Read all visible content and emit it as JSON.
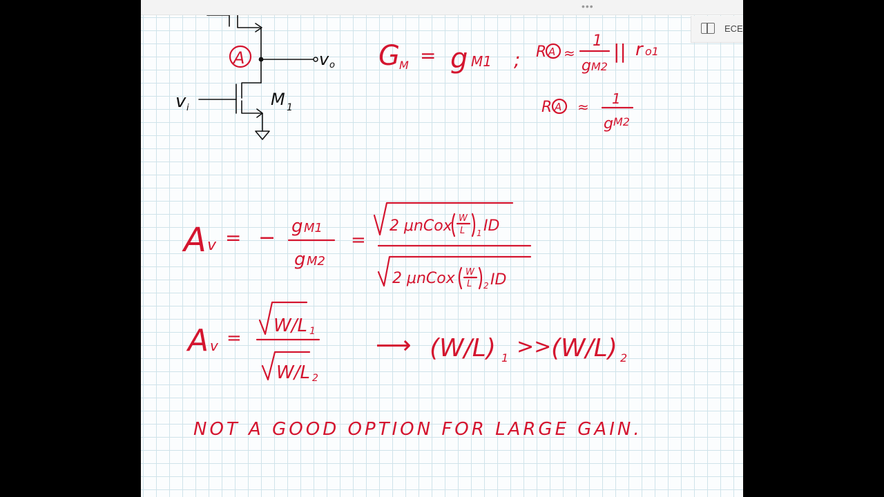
{
  "window": {
    "more_glyph": "•••",
    "notebook_tab": {
      "label": "ECE",
      "icon": "notebook-icon"
    }
  },
  "ink_color": "#d4152f",
  "circuit": {
    "node_label": "A",
    "output_label": "v",
    "output_sub": "o",
    "input_label": "v",
    "input_sub": "i",
    "transistor_label": "M",
    "transistor_sub": "1"
  },
  "notes": {
    "gm_eq": {
      "lhs": "G",
      "lhs_sub": "M",
      "eq": "=",
      "rhs": "g",
      "rhs_sub": "M1",
      "sep": ";"
    },
    "ra_eq1": {
      "r": "R",
      "node": "A",
      "approx": "≈",
      "num": "1",
      "den": "g",
      "den_sub": "M2",
      "par": "||",
      "ro": "r",
      "ro_sub": "o1"
    },
    "ra_eq2": {
      "r": "R",
      "node": "A",
      "approx": "≈",
      "num": "1",
      "den": "g",
      "den_sub": "M2"
    },
    "av_eq1": {
      "lhs": "A",
      "lhs_sub": "v",
      "eq": "=",
      "minus": "−",
      "num": "g",
      "num_sub": "M1",
      "den": "g",
      "den_sub": "M2",
      "eq2": "=",
      "num2": "2 μnCox",
      "num2_frac_top": "W",
      "num2_frac_bot": "L",
      "num2_sub": "1",
      "num2_tail": "ID",
      "den2": "2 μnCox",
      "den2_frac_top": "W",
      "den2_frac_bot": "L",
      "den2_sub": "2",
      "den2_tail": "ID"
    },
    "av_eq2": {
      "lhs": "A",
      "lhs_sub": "v",
      "eq": "=",
      "num": "W/L",
      "num_sub": "1",
      "den": "W/L",
      "den_sub": "2",
      "arrow": "⟶",
      "rel_left": "(W/L)",
      "rel_left_sub": "1",
      "rel_op": ">>",
      "rel_right": "(W/L)",
      "rel_right_sub": "2"
    },
    "conclusion": "NOT A GOOD OPTION FOR LARGE GAIN."
  }
}
